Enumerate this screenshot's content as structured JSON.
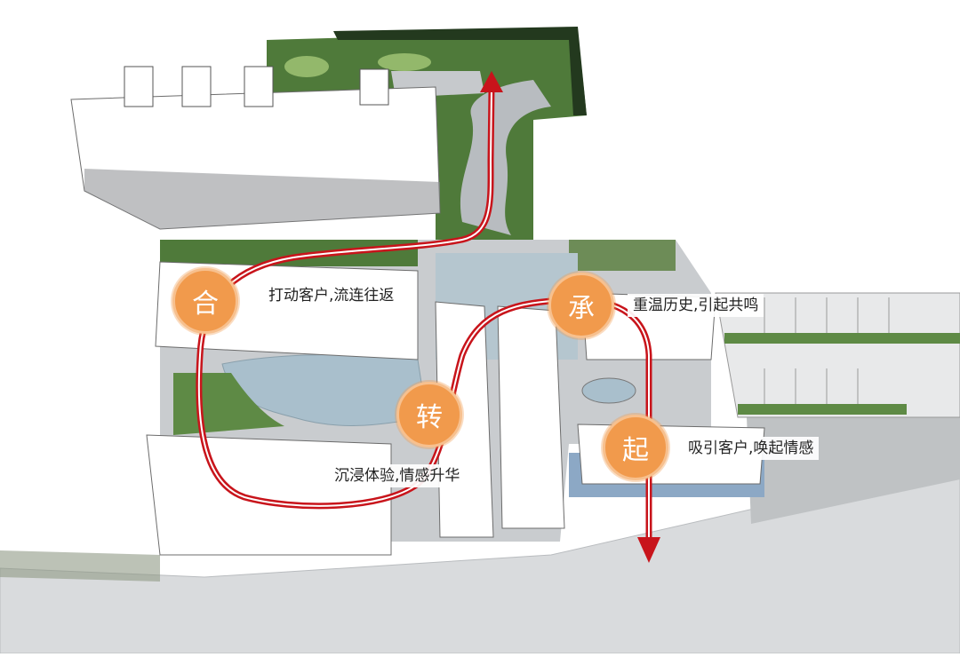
{
  "stages": {
    "he": {
      "char": "合",
      "caption": "打动客户,流连往返"
    },
    "cheng": {
      "char": "承",
      "caption": "重温历史,引起共鸣"
    },
    "zhuan": {
      "char": "转",
      "caption": "沉浸体验,情感升华"
    },
    "qi": {
      "char": "起",
      "caption": "吸引客户,唤起情感"
    }
  },
  "colors": {
    "route": "#c8141b",
    "node_fill": "#f19a4c",
    "grass": "#4f7a3a",
    "water": "#a9bfcc",
    "paving": "#c9cccf",
    "building": "#ffffff"
  },
  "icons": {
    "route_start": "arrow-down-icon",
    "route_end": "arrow-up-icon"
  }
}
